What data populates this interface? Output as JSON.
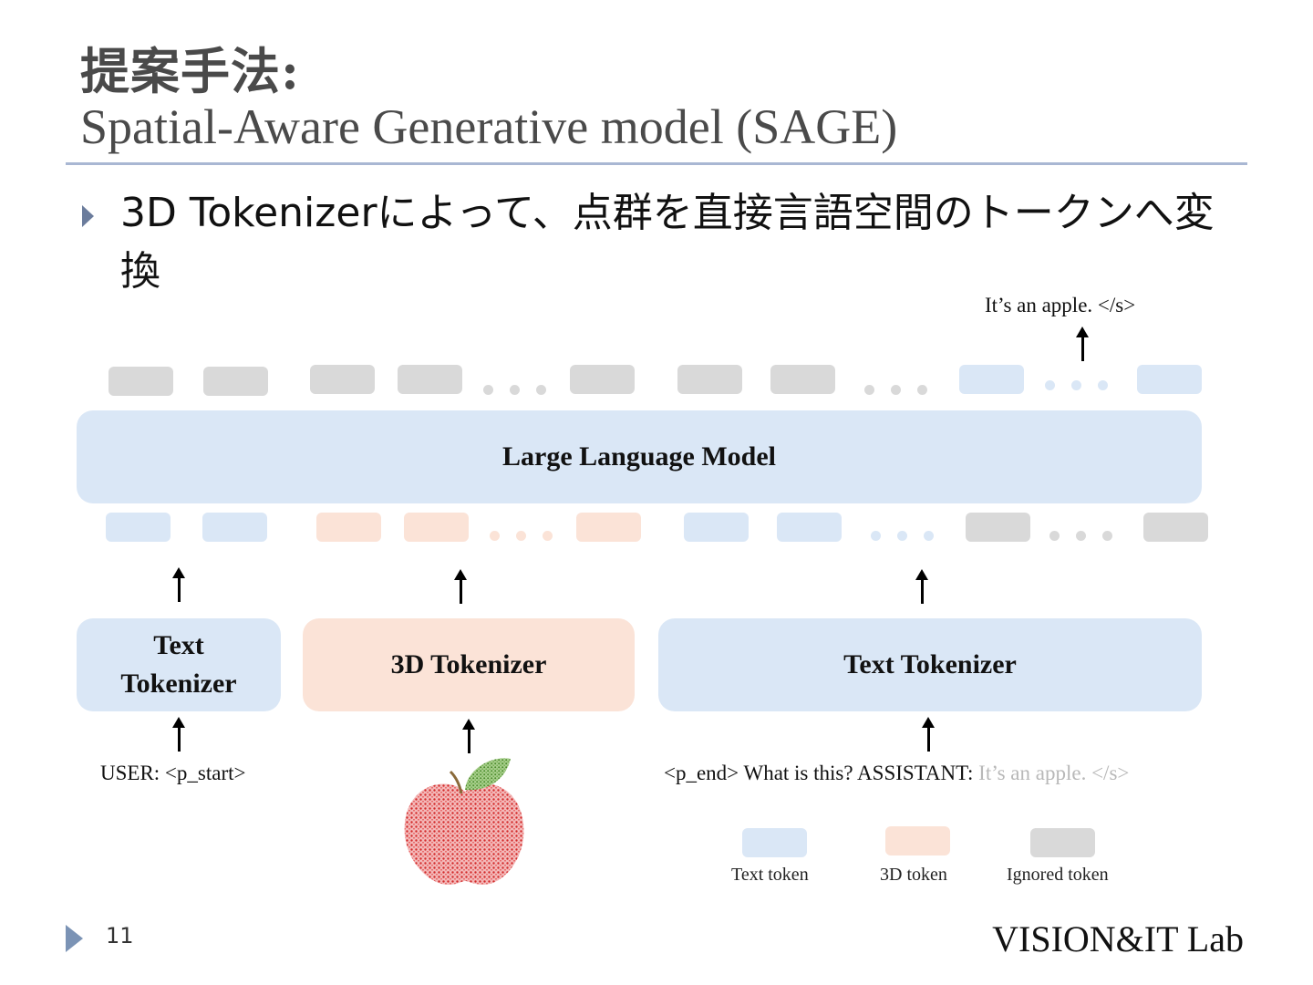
{
  "slide": {
    "title_jp": "提案手法:",
    "title_en": "Spatial-Aware Generative model (SAGE)",
    "bullet": "3D Tokenizerによって、点群を直接言語空間のトークンへ変換",
    "page_number": "11",
    "lab_logo": "VISION&IT Lab"
  },
  "diagram": {
    "output_text": "It’s an apple. </s>",
    "llm_label": "Large Language Model",
    "tokenizers": {
      "text_left": "Text Tokenizer",
      "three_d": "3D Tokenizer",
      "text_right": "Text Tokenizer"
    },
    "inputs": {
      "user": "USER: <p_start>",
      "assistant_prefix": "<p_end> What is this? ASSISTANT:",
      "assistant_answer": " It’s an apple. </s>"
    },
    "legend": {
      "text_token": "Text token",
      "three_d_token": "3D token",
      "ignored_token": "Ignored token"
    },
    "colors": {
      "text_token": "#dae7f6",
      "three_d_token": "#fbe3d7",
      "ignored_token": "#d9d9d9",
      "apple_red": "#d93a3a",
      "leaf_green": "#5c9a3a"
    }
  }
}
